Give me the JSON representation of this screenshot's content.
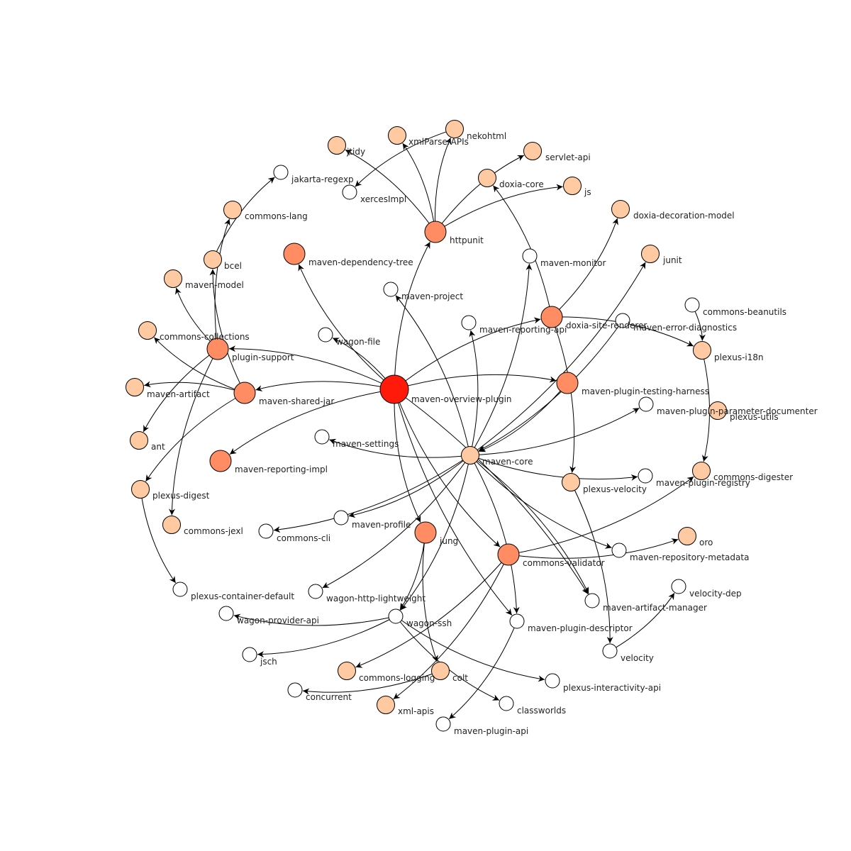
{
  "colors": {
    "root": "#ff1a0a",
    "major": "#ff8c62",
    "minor": "#ffcaa2",
    "leaf": "#ffffff",
    "edge": "#000000"
  },
  "nodes": [
    {
      "id": "maven-overview-plugin",
      "label": "maven-overview-plugin",
      "level": "root"
    },
    {
      "id": "httpunit",
      "label": "httpunit",
      "level": "major"
    },
    {
      "id": "maven-dependency-tree",
      "label": "maven-dependency-tree",
      "level": "major"
    },
    {
      "id": "plugin-support",
      "label": "plugin-support",
      "level": "major"
    },
    {
      "id": "maven-shared-jar",
      "label": "maven-shared-jar",
      "level": "major"
    },
    {
      "id": "maven-reporting-impl",
      "label": "maven-reporting-impl",
      "level": "major"
    },
    {
      "id": "jung",
      "label": "jung",
      "level": "major"
    },
    {
      "id": "commons-validator",
      "label": "commons-validator",
      "level": "major"
    },
    {
      "id": "doxia-site-renderer",
      "label": "doxia-site-renderer",
      "level": "major"
    },
    {
      "id": "maven-plugin-testing-harness",
      "label": "maven-plugin-testing-harness",
      "level": "major"
    },
    {
      "id": "maven-core",
      "label": "maven-core",
      "level": "minor"
    },
    {
      "id": "jtidy",
      "label": "jtidy",
      "level": "minor"
    },
    {
      "id": "xmlParserAPIs",
      "label": "xmlParserAPIs",
      "level": "minor"
    },
    {
      "id": "nekohtml",
      "label": "nekohtml",
      "level": "minor"
    },
    {
      "id": "servlet-api",
      "label": "servlet-api",
      "level": "minor"
    },
    {
      "id": "doxia-core",
      "label": "doxia-core",
      "level": "minor"
    },
    {
      "id": "js",
      "label": "js",
      "level": "minor"
    },
    {
      "id": "doxia-decoration-model",
      "label": "doxia-decoration-model",
      "level": "minor"
    },
    {
      "id": "junit",
      "label": "junit",
      "level": "minor"
    },
    {
      "id": "commons-lang",
      "label": "commons-lang",
      "level": "minor"
    },
    {
      "id": "bcel",
      "label": "bcel",
      "level": "minor"
    },
    {
      "id": "maven-model",
      "label": "maven-model",
      "level": "minor"
    },
    {
      "id": "commons-collections",
      "label": "commons-collections",
      "level": "minor"
    },
    {
      "id": "maven-artifact",
      "label": "maven-artifact",
      "level": "minor"
    },
    {
      "id": "ant",
      "label": "ant",
      "level": "minor"
    },
    {
      "id": "plexus-digest",
      "label": "plexus-digest",
      "level": "minor"
    },
    {
      "id": "commons-jexl",
      "label": "commons-jexl",
      "level": "minor"
    },
    {
      "id": "plexus-i18n",
      "label": "plexus-i18n",
      "level": "minor"
    },
    {
      "id": "plexus-utils",
      "label": "plexus-utils",
      "level": "minor"
    },
    {
      "id": "commons-digester",
      "label": "commons-digester",
      "level": "minor"
    },
    {
      "id": "plexus-velocity",
      "label": "plexus-velocity",
      "level": "minor"
    },
    {
      "id": "oro",
      "label": "oro",
      "level": "minor"
    },
    {
      "id": "commons-logging",
      "label": "commons-logging",
      "level": "minor"
    },
    {
      "id": "colt",
      "label": "colt",
      "level": "minor"
    },
    {
      "id": "xml-apis",
      "label": "xml-apis",
      "level": "minor"
    },
    {
      "id": "jakarta-regexp",
      "label": "jakarta-regexp",
      "level": "leaf"
    },
    {
      "id": "xercesImpl",
      "label": "xercesImpl",
      "level": "leaf"
    },
    {
      "id": "maven-monitor",
      "label": "maven-monitor",
      "level": "leaf"
    },
    {
      "id": "maven-project",
      "label": "maven-project",
      "level": "leaf"
    },
    {
      "id": "wagon-file",
      "label": "wagon-file",
      "level": "leaf"
    },
    {
      "id": "maven-reporting-api",
      "label": "maven-reporting-api",
      "level": "leaf"
    },
    {
      "id": "maven-error-diagnostics",
      "label": "maven-error-diagnostics",
      "level": "leaf"
    },
    {
      "id": "commons-beanutils",
      "label": "commons-beanutils",
      "level": "leaf"
    },
    {
      "id": "maven-plugin-parameter-documenter",
      "label": "maven-plugin-parameter-documenter",
      "level": "leaf"
    },
    {
      "id": "maven-settings",
      "label": "maven-settings",
      "level": "leaf"
    },
    {
      "id": "maven-plugin-registry",
      "label": "maven-plugin-registry",
      "level": "leaf"
    },
    {
      "id": "maven-profile",
      "label": "maven-profile",
      "level": "leaf"
    },
    {
      "id": "commons-cli",
      "label": "commons-cli",
      "level": "leaf"
    },
    {
      "id": "maven-repository-metadata",
      "label": "maven-repository-metadata",
      "level": "leaf"
    },
    {
      "id": "wagon-http-lightweight",
      "label": "wagon-http-lightweight",
      "level": "leaf"
    },
    {
      "id": "maven-artifact-manager",
      "label": "maven-artifact-manager",
      "level": "leaf"
    },
    {
      "id": "velocity-dep",
      "label": "velocity-dep",
      "level": "leaf"
    },
    {
      "id": "plexus-container-default",
      "label": "plexus-container-default",
      "level": "leaf"
    },
    {
      "id": "wagon-provider-api",
      "label": "wagon-provider-api",
      "level": "leaf"
    },
    {
      "id": "wagon-ssh",
      "label": "wagon-ssh",
      "level": "leaf"
    },
    {
      "id": "maven-plugin-descriptor",
      "label": "maven-plugin-descriptor",
      "level": "leaf"
    },
    {
      "id": "velocity",
      "label": "velocity",
      "level": "leaf"
    },
    {
      "id": "jsch",
      "label": "jsch",
      "level": "leaf"
    },
    {
      "id": "concurrent",
      "label": "concurrent",
      "level": "leaf"
    },
    {
      "id": "plexus-interactivity-api",
      "label": "plexus-interactivity-api",
      "level": "leaf"
    },
    {
      "id": "classworlds",
      "label": "classworlds",
      "level": "leaf"
    },
    {
      "id": "maven-plugin-api",
      "label": "maven-plugin-api",
      "level": "leaf"
    }
  ],
  "edges": [
    {
      "from": "maven-overview-plugin",
      "to": "httpunit"
    },
    {
      "from": "maven-overview-plugin",
      "to": "maven-dependency-tree"
    },
    {
      "from": "maven-overview-plugin",
      "to": "wagon-file"
    },
    {
      "from": "maven-overview-plugin",
      "to": "plugin-support"
    },
    {
      "from": "maven-overview-plugin",
      "to": "maven-shared-jar"
    },
    {
      "from": "maven-overview-plugin",
      "to": "maven-reporting-impl"
    },
    {
      "from": "maven-overview-plugin",
      "to": "jung"
    },
    {
      "from": "maven-overview-plugin",
      "to": "commons-validator"
    },
    {
      "from": "maven-overview-plugin",
      "to": "doxia-site-renderer"
    },
    {
      "from": "maven-overview-plugin",
      "to": "maven-plugin-testing-harness"
    },
    {
      "from": "maven-overview-plugin",
      "to": "maven-plugin-descriptor"
    },
    {
      "from": "maven-overview-plugin",
      "to": "maven-artifact-manager"
    },
    {
      "from": "httpunit",
      "to": "jtidy"
    },
    {
      "from": "httpunit",
      "to": "xmlParserAPIs"
    },
    {
      "from": "httpunit",
      "to": "nekohtml"
    },
    {
      "from": "httpunit",
      "to": "servlet-api"
    },
    {
      "from": "httpunit",
      "to": "js"
    },
    {
      "from": "nekohtml",
      "to": "xercesImpl"
    },
    {
      "from": "plugin-support",
      "to": "commons-lang"
    },
    {
      "from": "plugin-support",
      "to": "maven-model"
    },
    {
      "from": "plugin-support",
      "to": "ant"
    },
    {
      "from": "plugin-support",
      "to": "commons-jexl"
    },
    {
      "from": "maven-shared-jar",
      "to": "bcel"
    },
    {
      "from": "maven-shared-jar",
      "to": "commons-collections"
    },
    {
      "from": "maven-shared-jar",
      "to": "maven-artifact"
    },
    {
      "from": "maven-shared-jar",
      "to": "plexus-digest"
    },
    {
      "from": "bcel",
      "to": "jakarta-regexp"
    },
    {
      "from": "plexus-digest",
      "to": "plexus-container-default"
    },
    {
      "from": "maven-core",
      "to": "maven-project"
    },
    {
      "from": "maven-core",
      "to": "maven-monitor"
    },
    {
      "from": "maven-core",
      "to": "maven-reporting-api"
    },
    {
      "from": "maven-core",
      "to": "maven-settings"
    },
    {
      "from": "maven-core",
      "to": "maven-plugin-parameter-documenter"
    },
    {
      "from": "maven-core",
      "to": "maven-plugin-registry"
    },
    {
      "from": "maven-core",
      "to": "maven-profile"
    },
    {
      "from": "maven-core",
      "to": "commons-cli"
    },
    {
      "from": "maven-core",
      "to": "wagon-http-lightweight"
    },
    {
      "from": "maven-core",
      "to": "maven-repository-metadata"
    },
    {
      "from": "maven-core",
      "to": "maven-artifact-manager"
    },
    {
      "from": "maven-core",
      "to": "maven-plugin-descriptor"
    },
    {
      "from": "maven-core",
      "to": "wagon-ssh"
    },
    {
      "from": "maven-core",
      "to": "junit"
    },
    {
      "from": "doxia-site-renderer",
      "to": "doxia-decoration-model"
    },
    {
      "from": "doxia-site-renderer",
      "to": "doxia-core"
    },
    {
      "from": "doxia-site-renderer",
      "to": "plexus-i18n"
    },
    {
      "from": "doxia-site-renderer",
      "to": "plexus-velocity"
    },
    {
      "from": "maven-plugin-testing-harness",
      "to": "maven-core"
    },
    {
      "from": "maven-error-diagnostics",
      "to": "maven-core"
    },
    {
      "from": "commons-beanutils",
      "to": "plexus-i18n"
    },
    {
      "from": "plexus-i18n",
      "to": "commons-digester"
    },
    {
      "from": "commons-validator",
      "to": "commons-digester"
    },
    {
      "from": "commons-validator",
      "to": "commons-logging"
    },
    {
      "from": "commons-validator",
      "to": "xml-apis"
    },
    {
      "from": "commons-validator",
      "to": "oro"
    },
    {
      "from": "plexus-velocity",
      "to": "velocity"
    },
    {
      "from": "velocity",
      "to": "velocity-dep"
    },
    {
      "from": "jung",
      "to": "wagon-ssh"
    },
    {
      "from": "jung",
      "to": "colt"
    },
    {
      "from": "wagon-ssh",
      "to": "wagon-provider-api"
    },
    {
      "from": "wagon-ssh",
      "to": "jsch"
    },
    {
      "from": "wagon-ssh",
      "to": "plexus-interactivity-api"
    },
    {
      "from": "wagon-ssh",
      "to": "classworlds"
    },
    {
      "from": "colt",
      "to": "concurrent"
    },
    {
      "from": "maven-plugin-descriptor",
      "to": "maven-plugin-api"
    }
  ]
}
